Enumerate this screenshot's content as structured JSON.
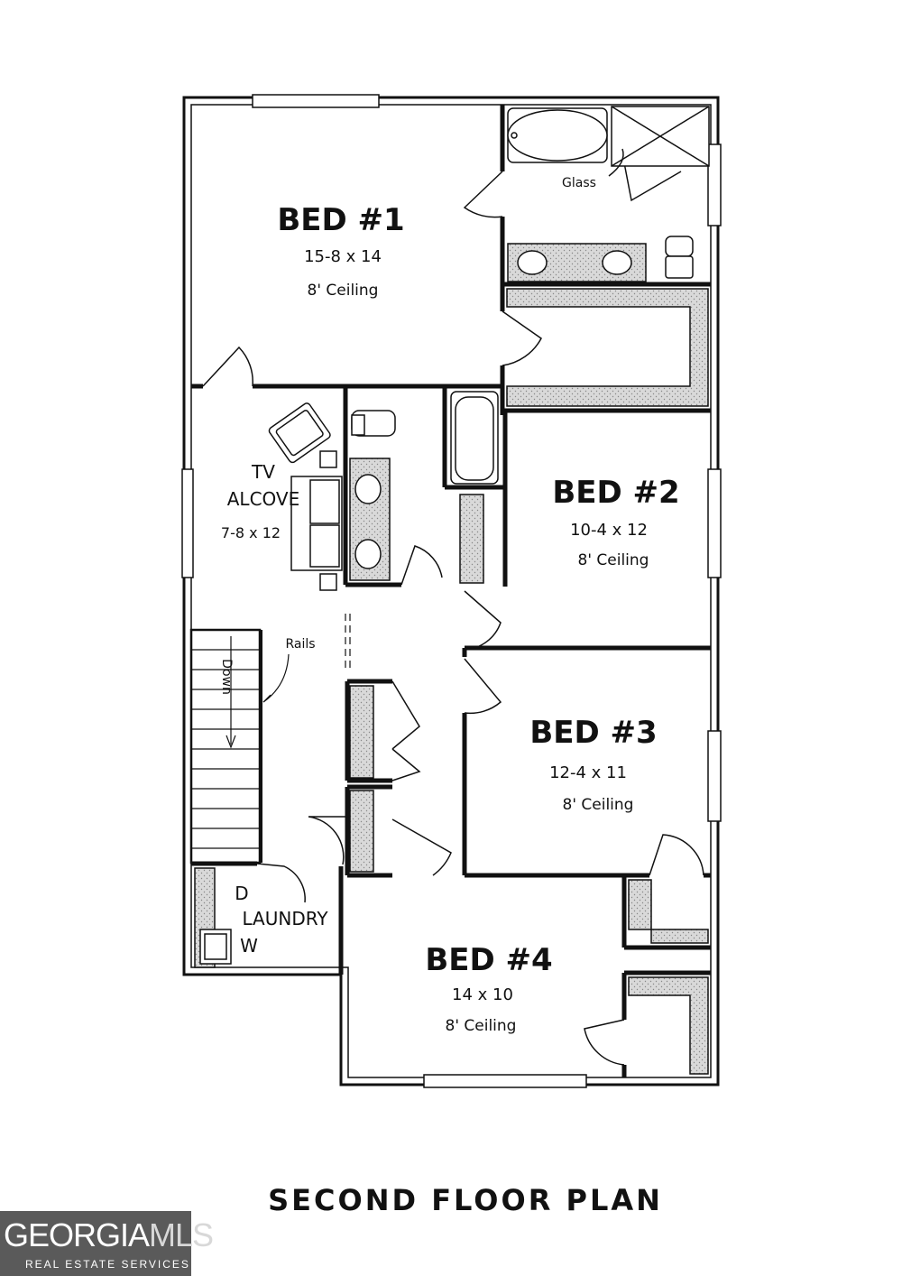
{
  "rooms": {
    "bed1": {
      "title": "BED #1",
      "dims": "15-8 x 14",
      "ceiling": "8' Ceiling"
    },
    "bed2": {
      "title": "BED #2",
      "dims": "10-4 x 12",
      "ceiling": "8' Ceiling"
    },
    "bed3": {
      "title": "BED #3",
      "dims": "12-4 x 11",
      "ceiling": "8' Ceiling"
    },
    "bed4": {
      "title": "BED #4",
      "dims": "14 x 10",
      "ceiling": "8' Ceiling"
    },
    "tv": {
      "line1": "TV",
      "line2": "ALCOVE",
      "dims": "7-8 x 12"
    },
    "laundry": {
      "title": "LAUNDRY",
      "dryer": "D",
      "washer": "W"
    }
  },
  "labels": {
    "glass": "Glass",
    "rails": "Rails",
    "down": "Down"
  },
  "plan_title": "SECOND FLOOR PLAN",
  "logo": {
    "brand": "GEORGIA",
    "brand_suffix": "MLS",
    "tagline": "REAL ESTATE SERVICES"
  }
}
